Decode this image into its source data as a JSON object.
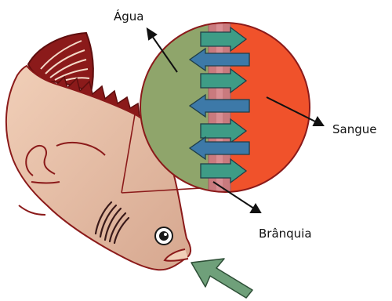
{
  "labels": {
    "water": "Água",
    "blood": "Sangue",
    "gill": "Brânquia"
  },
  "colors": {
    "water": "#8FA56B",
    "blood": "#F0522B",
    "gill": "#C97A7E",
    "fish_body": "#E8BFA5",
    "fish_outline": "#8B1A1A",
    "arrow_out": "#3E9C86",
    "arrow_in": "#3D79A8",
    "intake_arrow": "#6FA07A"
  }
}
